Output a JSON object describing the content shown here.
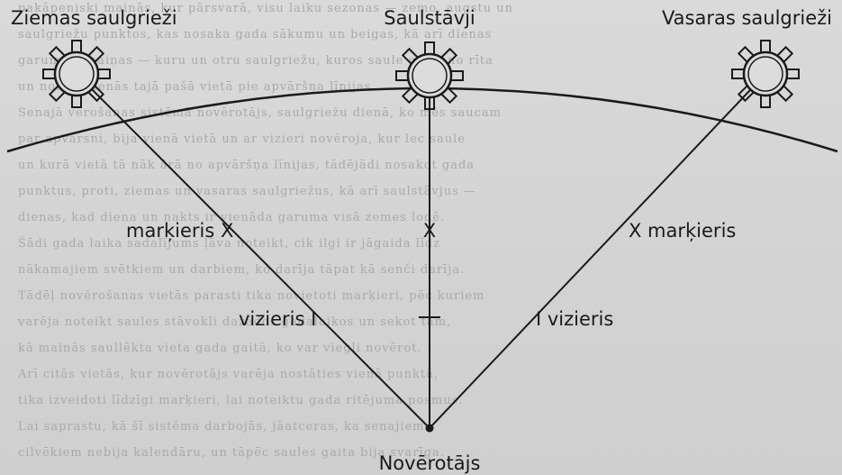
{
  "background_text": [
    "pakāpeniski mainās, kur pārsvarā, visu laiku sezonas — zemo, augstu un",
    "saulgriežu punktos, kas nosaka gada sākumu un beigas, kā arī dienas",
    "garuma izmaiņas — kuru un otru saulgriežu, kuros saule ceļas no rīta",
    "un noriet dienās tajā pašā vietā pie apvāršņa līnijas.",
    "Senajā vērošanas sistēmā novērotājs, saulgriežu dienā, ko mēs saucam",
    "par apvārsni, bija vienā vietā un ar vizieri novēroja, kur lec saule",
    "un kurā vietā tā nāk ārā no apvāršņa līnijas, tādējādi nosakot gada",
    "punktus, proti, ziemas un vasaras saulgriežus, kā arī saulstāvjus —",
    "dienas, kad diena un nakts ir vienāda garuma visā zemes lodē.",
    "Šādi gada laika sadalījums ļāva noteikt, cik ilgi ir jāgaida līdz",
    "nākamajiem svētkiem un darbiem, ko darīja tāpat kā senči darīja.",
    "Tādēļ novērošanas vietās parasti tika novietoti marķieri, pēc kuriem",
    "varēja noteikt saules stāvokli dažādos gadalaikos un sekot tam,",
    "kā mainās saullēkta vieta gada gaitā, ko var viegli novērot.",
    "Arī citās vietās, kur novērotājs varēja nostāties vienā punktā,",
    "tika izveidoti līdzīgi marķieri, lai noteiktu gada ritējuma posmus.",
    "Lai saprastu, kā šī sistēma darbojās, jāatceras, ka senajiem",
    "cilvēkiem nebija kalendāru, un tāpēc saules gaita bija svarīga."
  ],
  "diagram": {
    "sun_labels": {
      "winter": "Ziemas saulgrieži",
      "equinox": "Saulstāvji",
      "summer": "Vasaras saulgrieži"
    },
    "marker_labels": {
      "left": "marķieris X",
      "center": "X",
      "right": "X marķieris"
    },
    "sight_labels": {
      "left": "vizieris I",
      "right": "I vizieris"
    },
    "observer_label": "Novērotājs"
  }
}
